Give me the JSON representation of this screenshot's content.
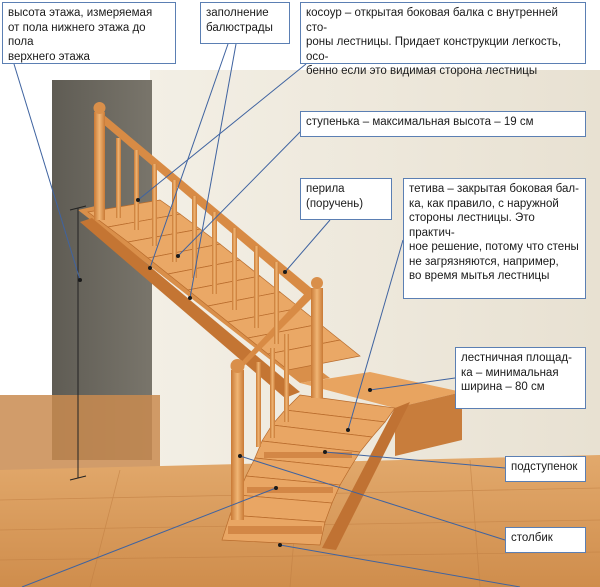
{
  "callouts": {
    "floor_height": "высота этажа, измеряемая\nот пола нижнего этажа до пола\nверхнего этажа",
    "baluster_fill": "заполнение\nбалюстрады",
    "kosour": "косоур – открытая боковая балка с внутренней сто-\nроны лестницы. Придает конструкции легкость, осо-\nбенно если это видимая сторона лестницы",
    "step": "ступенька – максимальная высота – 19 см",
    "handrail": "перила\n(поручень)",
    "tetiva": "тетива – закрытая боковая бал-\nка, как правило, с наружной\nстороны лестницы. Это практич-\nное решение, потому что стены\nне загрязняются, например,\nво время мытья лестницы",
    "landing": "лестничная площад-\nка – минимальная\nширина – 80 см",
    "riser": "подступенок",
    "post": "столбик"
  },
  "colors": {
    "callout_border": "#5b7fb3",
    "leader_line": "#3f63a0",
    "wood_light": "#e9a866",
    "wood_mid": "#d88f4a",
    "wood_dark": "#b8692c",
    "wall": "#efe9dc",
    "dark_wall": "#6d6a60",
    "floor": "#d79a5a"
  },
  "icons": [
    "stair-illustration"
  ]
}
